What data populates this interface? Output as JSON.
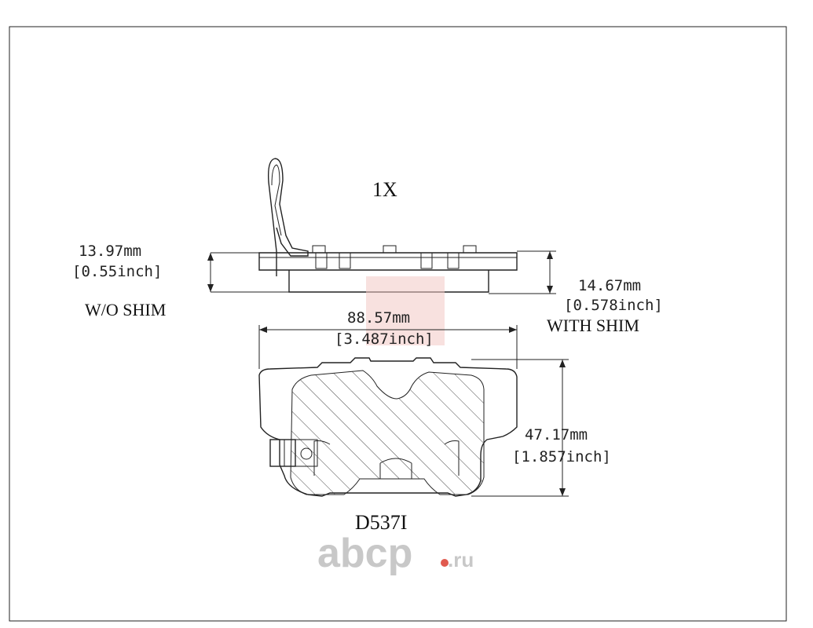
{
  "view_label": "1X",
  "dimensions": {
    "thickness_wo_shim": {
      "mm": "13.97mm",
      "inch": "[0.55inch]"
    },
    "thickness_with_shim": {
      "mm": "14.67mm",
      "inch": "[0.578inch]"
    },
    "width": {
      "mm": "88.57mm",
      "inch": "[3.487inch]"
    },
    "height": {
      "mm": "47.17mm",
      "inch": "[1.857inch]"
    }
  },
  "labels": {
    "wo_shim": "W/O SHIM",
    "with_shim": "WITH SHIM"
  },
  "part_number": "D537I",
  "watermark": {
    "text": "abcp",
    "suffix": ".ru",
    "color_main": "#c8c8c8",
    "color_dot": "#e05a4f"
  },
  "colors": {
    "line": "#222222",
    "background": "#ffffff",
    "center_mark": "#f3c9c4"
  }
}
